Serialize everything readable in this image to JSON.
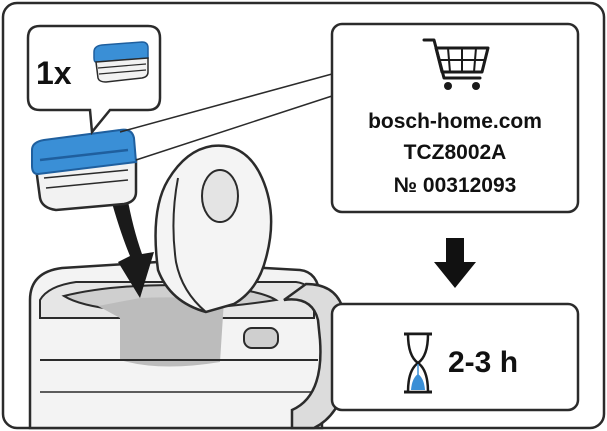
{
  "quantity": {
    "label": "1x"
  },
  "shop": {
    "website": "bosch-home.com",
    "model": "TCZ8002A",
    "article_number": "№ 00312093",
    "icon": "shopping-cart-icon"
  },
  "duration": {
    "label": "2-3 h",
    "icon": "hourglass-icon"
  },
  "colors": {
    "accent": "#3a8fd6",
    "accent_dark": "#1f5f9e",
    "frame": "#2b2b2b",
    "panel": "#e9e9e9"
  }
}
